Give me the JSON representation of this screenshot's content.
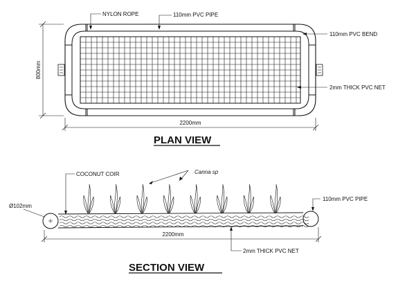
{
  "plan": {
    "labels": {
      "nylon_rope": "NYLON ROPE",
      "pvc_pipe": "110mm PVC PIPE",
      "pvc_bend": "110mm PVC BEND",
      "pvc_net": "2mm THICK PVC NET"
    },
    "dim_width": "800mm",
    "dim_length": "2200mm",
    "title": "PLAN VIEW"
  },
  "section": {
    "labels": {
      "coconut_coir": "COCONUT COIR",
      "canna": "Canna sp",
      "pipe_diameter": "Ø102mm",
      "pvc_pipe": "110mm PVC PIPE",
      "pvc_net": "2mm THICK PVC NET"
    },
    "dim_length": "2200mm",
    "title": "SECTION VIEW",
    "plant_count": 8
  }
}
